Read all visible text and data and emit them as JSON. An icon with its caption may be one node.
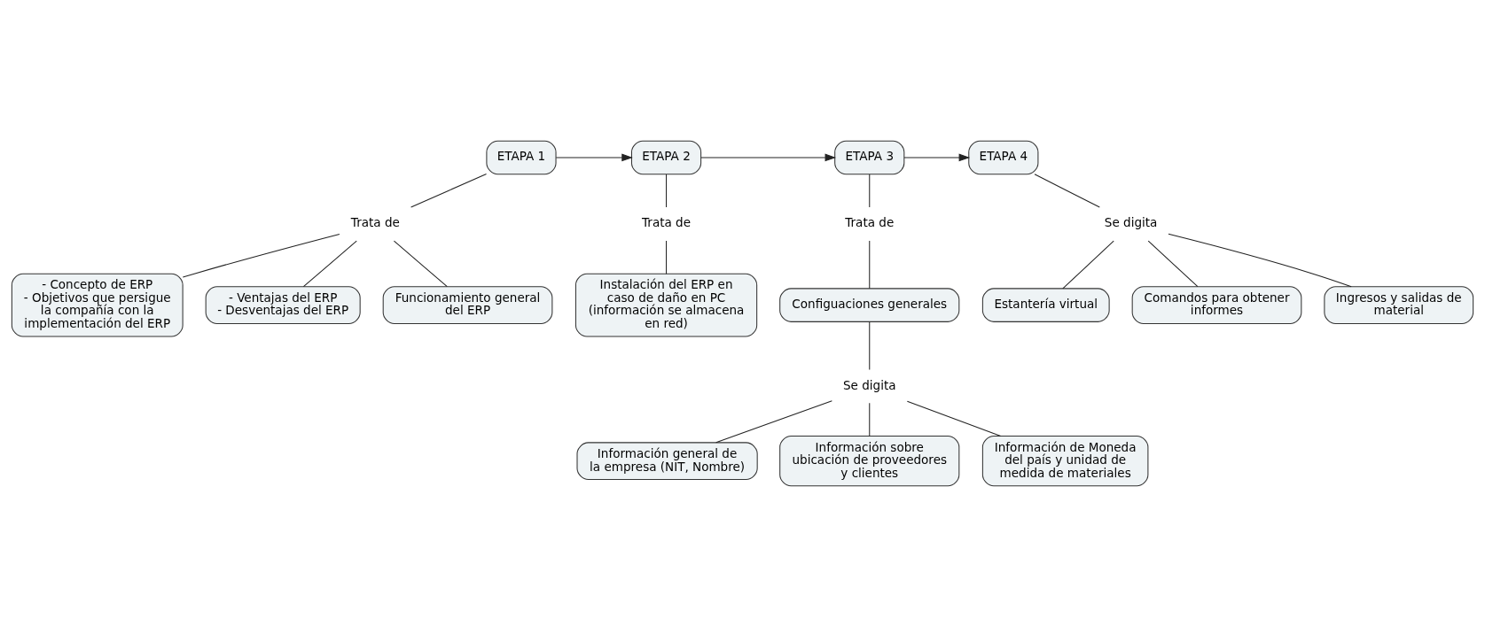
{
  "diagram": {
    "nodes": [
      {
        "text": [
          "ETAPA 1"
        ]
      },
      {
        "text": [
          "ETAPA 2"
        ]
      },
      {
        "text": [
          "ETAPA 3"
        ]
      },
      {
        "text": [
          "ETAPA 4"
        ]
      },
      {
        "text": [
          "Trata de"
        ]
      },
      {
        "text": [
          "- Concepto de ERP",
          "- Objetivos que persigue la compañía con la implementación del ERP"
        ]
      },
      {
        "text": [
          "- Ventajas del ERP",
          "- Desventajas del ERP"
        ]
      },
      {
        "text": [
          "Funcionamiento general del ERP"
        ]
      },
      {
        "text": [
          "Trata de"
        ]
      },
      {
        "text": [
          "Instalación del ERP en caso de daño en PC (información se almacena en red)"
        ]
      },
      {
        "text": [
          "Trata de"
        ]
      },
      {
        "text": [
          "Configuaciones generales"
        ]
      },
      {
        "text": [
          "Se digita"
        ]
      },
      {
        "text": [
          "Información general de la empresa (NIT, Nombre)"
        ]
      },
      {
        "text": [
          "Información sobre ubicación de proveedores y clientes"
        ]
      },
      {
        "text": [
          "Información de Moneda del país y unidad de medida de materiales"
        ]
      },
      {
        "text": [
          "Se digita"
        ]
      },
      {
        "text": [
          "Estantería virtual"
        ]
      },
      {
        "text": [
          "Comandos para obtener informes"
        ]
      },
      {
        "text": [
          "Ingresos y salidas de material"
        ]
      }
    ],
    "edges": [
      {
        "from": 0,
        "to": 1,
        "arrow": "to"
      },
      {
        "from": 1,
        "to": 2,
        "arrow": "to"
      },
      {
        "from": 2,
        "to": 3,
        "arrow": "to"
      },
      {
        "from": 0,
        "to": 4,
        "arrow": "none"
      },
      {
        "from": 4,
        "to": 5,
        "arrow": "none"
      },
      {
        "from": 4,
        "to": 6,
        "arrow": "none"
      },
      {
        "from": 4,
        "to": 7,
        "arrow": "none"
      },
      {
        "from": 1,
        "to": 8,
        "arrow": "none"
      },
      {
        "from": 8,
        "to": 9,
        "arrow": "none"
      },
      {
        "from": 2,
        "to": 10,
        "arrow": "none"
      },
      {
        "from": 10,
        "to": 11,
        "arrow": "none"
      },
      {
        "from": 11,
        "to": 12,
        "arrow": "none"
      },
      {
        "from": 12,
        "to": 13,
        "arrow": "none"
      },
      {
        "from": 12,
        "to": 14,
        "arrow": "none"
      },
      {
        "from": 12,
        "to": 15,
        "arrow": "none"
      },
      {
        "from": 3,
        "to": 16,
        "arrow": "none"
      },
      {
        "from": 16,
        "to": 17,
        "arrow": "none"
      },
      {
        "from": 16,
        "to": 18,
        "arrow": "none"
      },
      {
        "from": 16,
        "to": 19,
        "arrow": "none"
      }
    ]
  }
}
